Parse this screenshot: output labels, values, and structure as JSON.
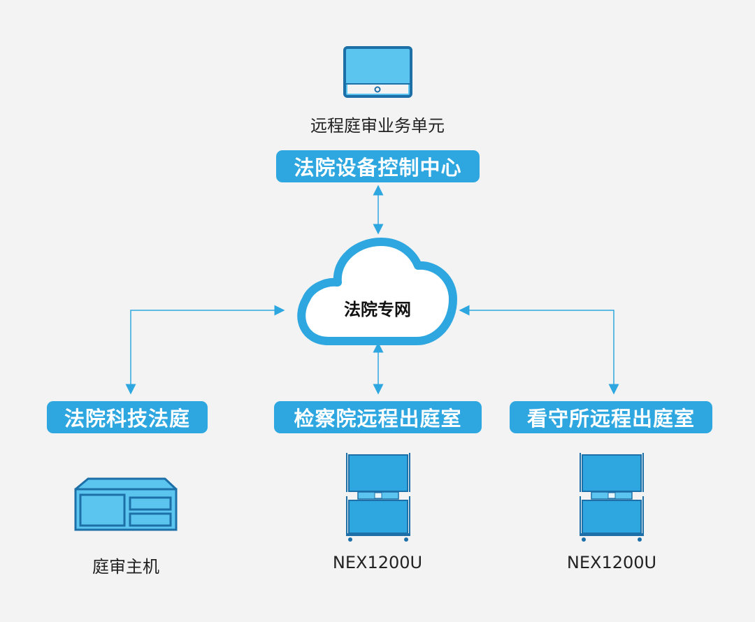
{
  "nodes": {
    "terminal_label": "远程庭审业务单元",
    "control_center": "法院设备控制中心",
    "network": "法院专网",
    "court_tech": "法院科技法庭",
    "procuratorate_room": "检察院远程出庭室",
    "detention_room": "看守所远程出庭室",
    "host_label": "庭审主机",
    "device_label_1": "NEX1200U",
    "device_label_2": "NEX1200U"
  },
  "colors": {
    "accent": "#2ea7e0",
    "icon_fill": "#5bc4ef",
    "icon_stroke": "#1d6fa8",
    "background": "#f3f3f3"
  },
  "icons": [
    "monitor-icon",
    "cloud-icon",
    "server-host-icon",
    "terminal-cart-icon"
  ]
}
